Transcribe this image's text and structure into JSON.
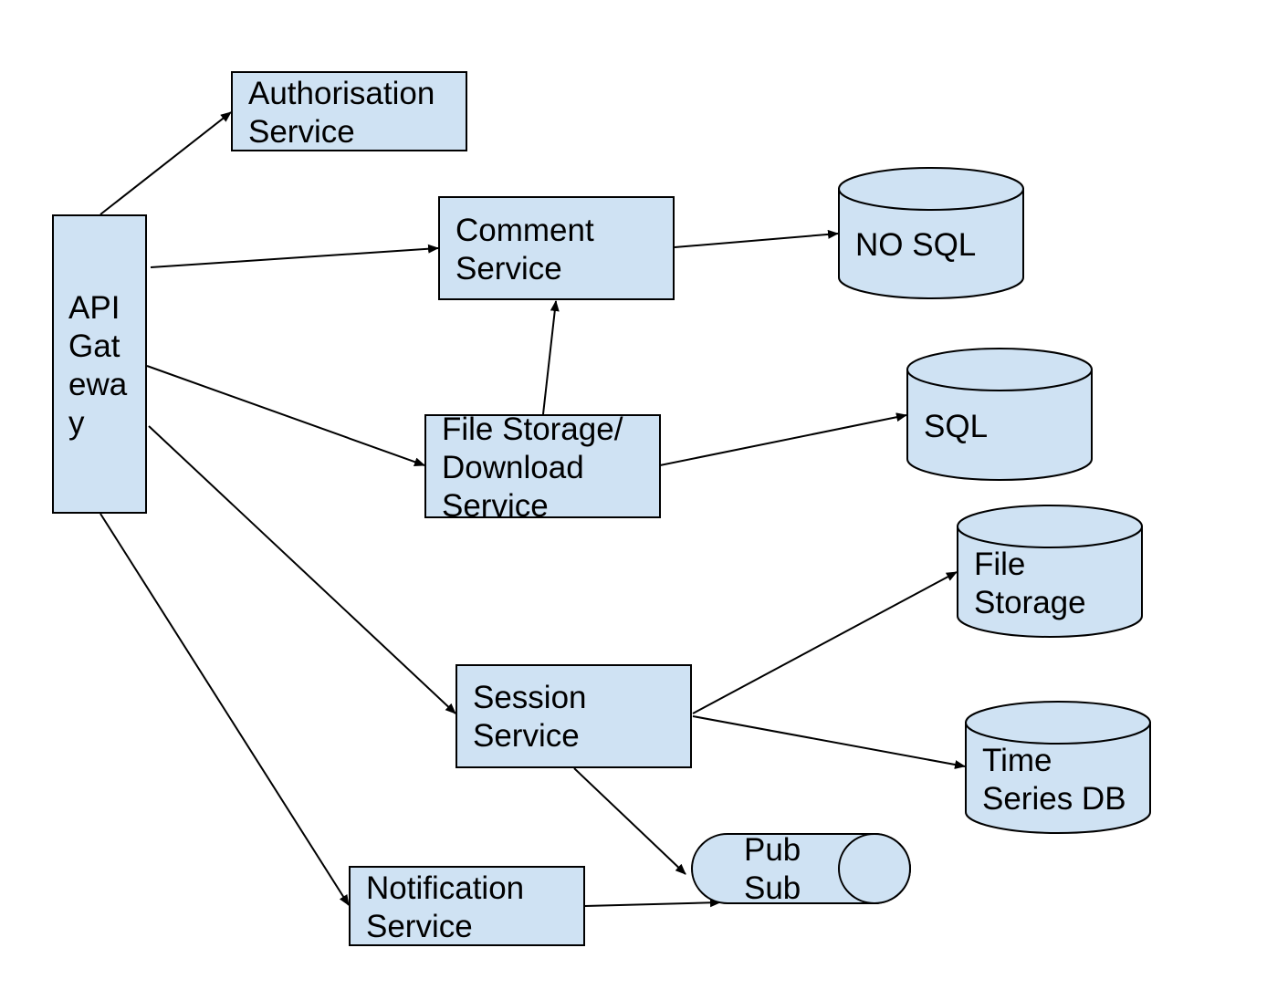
{
  "nodes": {
    "api_gateway": {
      "lines": [
        "API",
        "Gat",
        "ewa",
        "y"
      ]
    },
    "authorisation_service": {
      "lines": [
        "Authorisation",
        "Service"
      ]
    },
    "comment_service": {
      "lines": [
        "Comment",
        "Service"
      ]
    },
    "file_storage_download_service": {
      "lines": [
        "File Storage/",
        "Download",
        "Service"
      ]
    },
    "session_service": {
      "lines": [
        "Session",
        "Service"
      ]
    },
    "notification_service": {
      "lines": [
        "Notification",
        "Service"
      ]
    },
    "no_sql": {
      "lines": [
        "NO SQL"
      ]
    },
    "sql": {
      "lines": [
        "SQL"
      ]
    },
    "file_storage": {
      "lines": [
        "File",
        "Storage"
      ]
    },
    "time_series_db": {
      "lines": [
        "Time",
        "Series DB"
      ]
    },
    "pub_sub": {
      "lines": [
        "Pub",
        "Sub"
      ]
    }
  },
  "edges": [
    {
      "from": "api_gateway",
      "to": "authorisation_service"
    },
    {
      "from": "api_gateway",
      "to": "comment_service"
    },
    {
      "from": "api_gateway",
      "to": "file_storage_download_service"
    },
    {
      "from": "api_gateway",
      "to": "session_service"
    },
    {
      "from": "api_gateway",
      "to": "notification_service"
    },
    {
      "from": "comment_service",
      "to": "no_sql"
    },
    {
      "from": "file_storage_download_service",
      "to": "comment_service"
    },
    {
      "from": "file_storage_download_service",
      "to": "sql"
    },
    {
      "from": "session_service",
      "to": "file_storage"
    },
    {
      "from": "session_service",
      "to": "time_series_db"
    },
    {
      "from": "session_service",
      "to": "pub_sub"
    },
    {
      "from": "notification_service",
      "to": "pub_sub"
    }
  ],
  "colors": {
    "node_fill": "#cfe2f3",
    "stroke": "#000000",
    "background": "#ffffff"
  }
}
